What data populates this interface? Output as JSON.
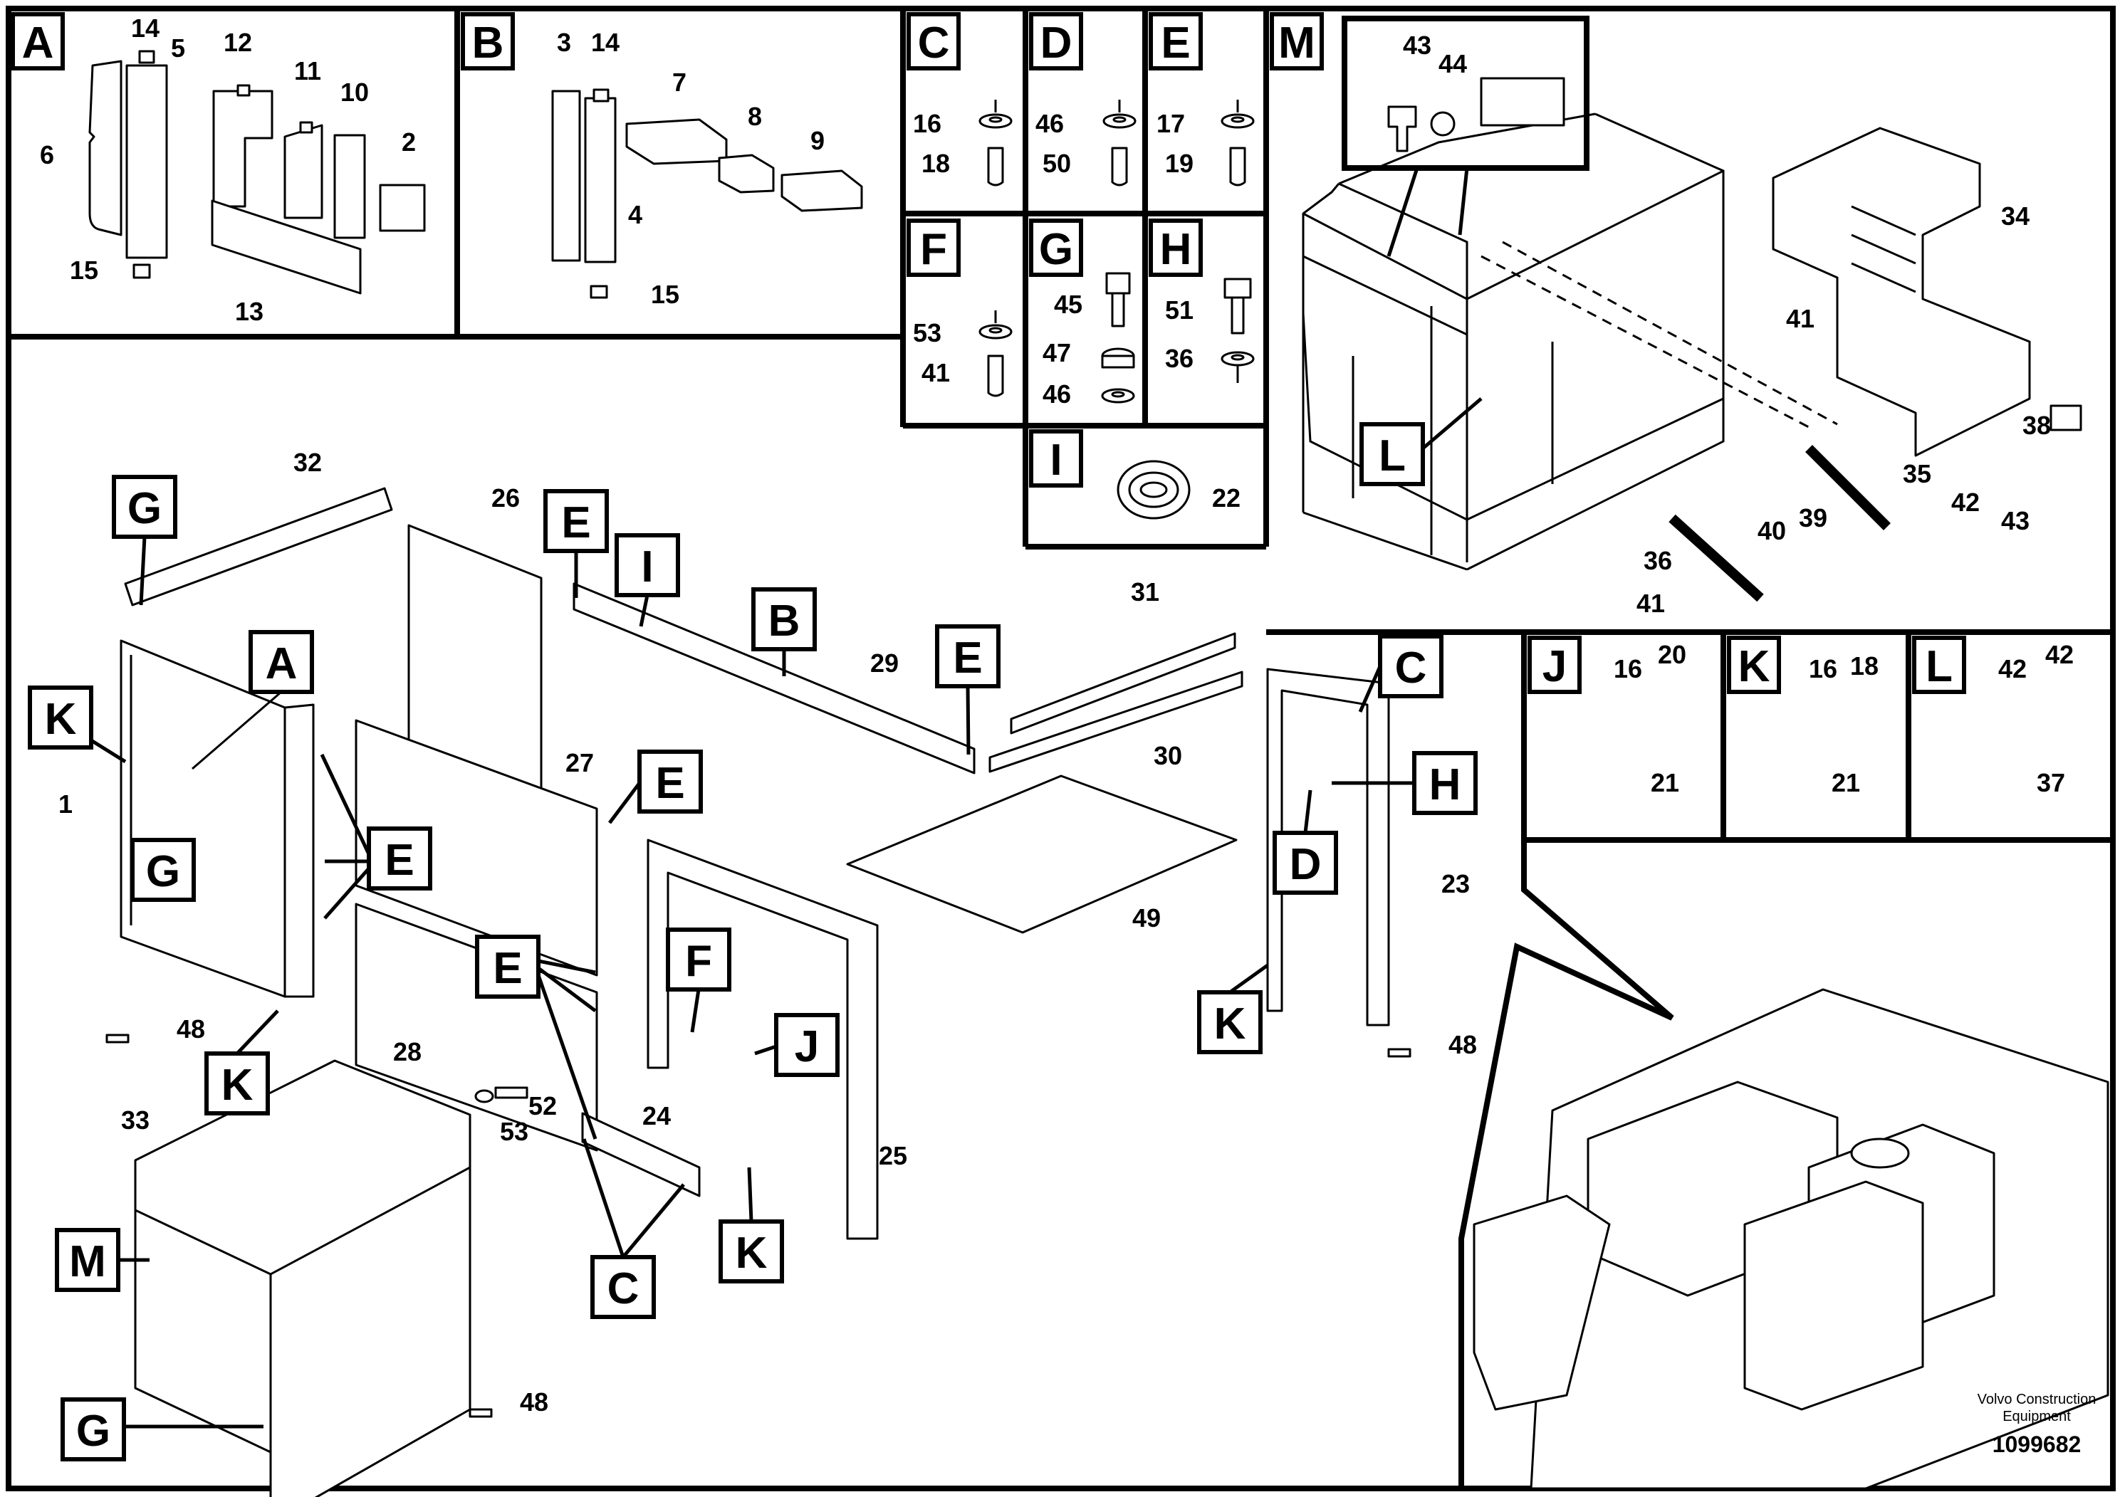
{
  "section_tags": {
    "A": "A",
    "B": "B",
    "C": "C",
    "D": "D",
    "E": "E",
    "F": "F",
    "G": "G",
    "H": "H",
    "I": "I",
    "J": "J",
    "K": "K",
    "L": "L",
    "M": "M"
  },
  "part_numbers": [
    "1",
    "2",
    "3",
    "4",
    "5",
    "6",
    "7",
    "8",
    "9",
    "10",
    "11",
    "12",
    "13",
    "14",
    "15",
    "16",
    "17",
    "18",
    "19",
    "20",
    "21",
    "22",
    "23",
    "24",
    "25",
    "26",
    "27",
    "28",
    "29",
    "30",
    "31",
    "32",
    "33",
    "34",
    "35",
    "36",
    "37",
    "38",
    "39",
    "40",
    "41",
    "42",
    "43",
    "44",
    "45",
    "46",
    "47",
    "48",
    "49",
    "50",
    "51",
    "52",
    "53"
  ],
  "footer": {
    "brand_line1": "Volvo Construction",
    "brand_line2": "Equipment",
    "document_number": "1099682"
  }
}
